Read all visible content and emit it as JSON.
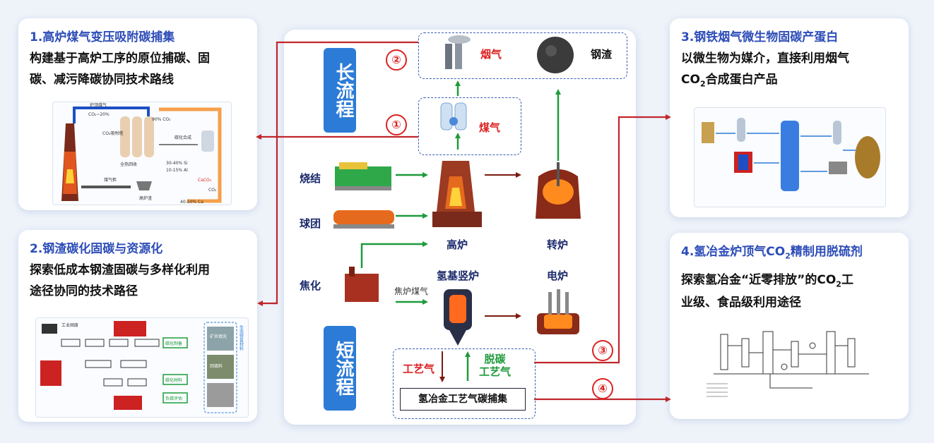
{
  "card1": {
    "title": "1.高炉煤气变压吸附碳捕集",
    "desc1": "构建基于高炉工序的原位捕碳、固",
    "desc2": "碳、减污降碳协同技术路线"
  },
  "card2": {
    "title": "2.钢渣碳化固碳与资源化",
    "desc1": "探索低成本钢渣固碳与多样化利用",
    "desc2": "途径协同的技术路径"
  },
  "card3": {
    "title": "3.钢铁烟气微生物固碳产蛋白",
    "desc1": "以微生物为媒介，直接利用烟气",
    "desc2_pre": "CO",
    "desc2_sub": "2",
    "desc2_post": "合成蛋白产品"
  },
  "card4": {
    "title_pre": "4.氢冶金炉顶气CO",
    "title_sub": "2",
    "title_post": "精制用脱硫剂",
    "desc1_pre": "探索氢冶金“近零排放”的CO",
    "desc1_sub": "2",
    "desc1_post": "工",
    "desc2": "业级、食品级利用途径"
  },
  "center": {
    "long_process": "长流程",
    "short_process": "短流程",
    "flue_gas": "烟气",
    "steel_slag": "钢渣",
    "coal_gas": "煤气",
    "sintering": "烧结",
    "pellet": "球团",
    "coking": "焦化",
    "blast_furnace": "高炉",
    "converter": "转炉",
    "hydrogen_shaft": "氢基竖炉",
    "electric_furnace": "电炉",
    "coke_oven_gas": "焦炉煤气",
    "process_gas": "工艺气",
    "decarb_gas_1": "脱碳",
    "decarb_gas_2": "工艺气",
    "capture_box": "氢冶金工艺气碳捕集",
    "n1": "①",
    "n2": "②",
    "n3": "③",
    "n4": "④"
  },
  "thumb1": {
    "t1": "炉顶煤气",
    "t2": "CO₂~20%",
    "t3": "90% CO₂",
    "t4": "CO₂吸附塔",
    "t5": "碳化合成",
    "t6": "全热回收",
    "t7": "30-40% Si",
    "t8": "10-15% Al",
    "t9": "CaCO₃",
    "t10": "CO₂",
    "t11": "40-50% Ca",
    "t12": "高炉渣",
    "t13": "煤气柜"
  },
  "thumb2": {
    "t1": "工业固废",
    "t2": "碳化制备",
    "t3": "碳化材料",
    "t4": "负碳评估",
    "t5": "矿井填充",
    "t6": "回填料",
    "t7": "生态修复材料"
  },
  "colors": {
    "accent": "#2d4db8",
    "red": "#c0262c",
    "green": "#1e9b3a",
    "blue_label": "#2c7bd6"
  }
}
